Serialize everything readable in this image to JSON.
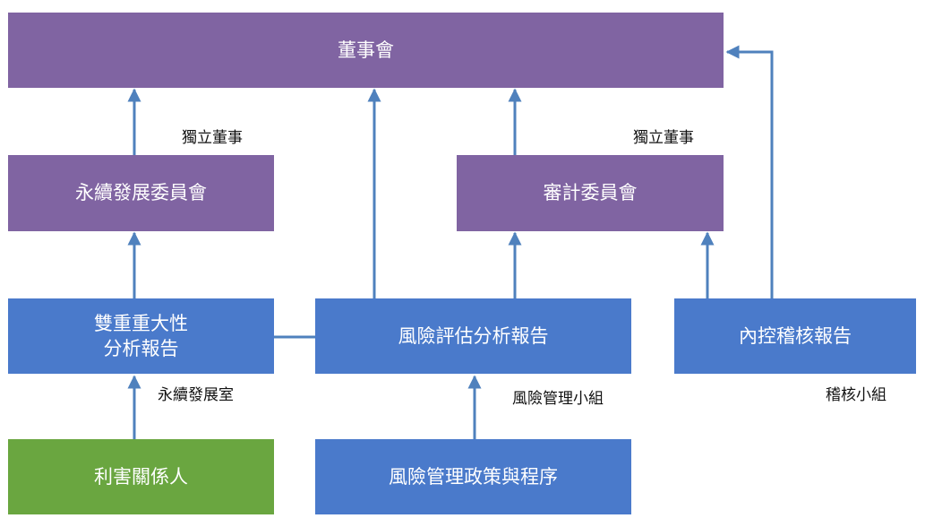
{
  "colors": {
    "committee": "#8064a2",
    "report": "#4a7acb",
    "stakeholder": "#6aa640",
    "connector": "#4f81bd"
  },
  "nodes": {
    "board": "董事會",
    "sustainability_committee": "永續發展委員會",
    "audit_committee": "審計委員會",
    "materiality_line1": "雙重重大性",
    "materiality_line2": "分析報告",
    "risk_assessment": "風險評估分析報告",
    "internal_control": "內控稽核報告",
    "stakeholders": "利害關係人",
    "risk_policy": "風險管理政策與程序"
  },
  "labels": {
    "independent_director_left": "獨立董事",
    "independent_director_right": "獨立董事",
    "sustainability_office": "永續發展室",
    "risk_team": "風險管理小組",
    "audit_team": "稽核小組"
  }
}
